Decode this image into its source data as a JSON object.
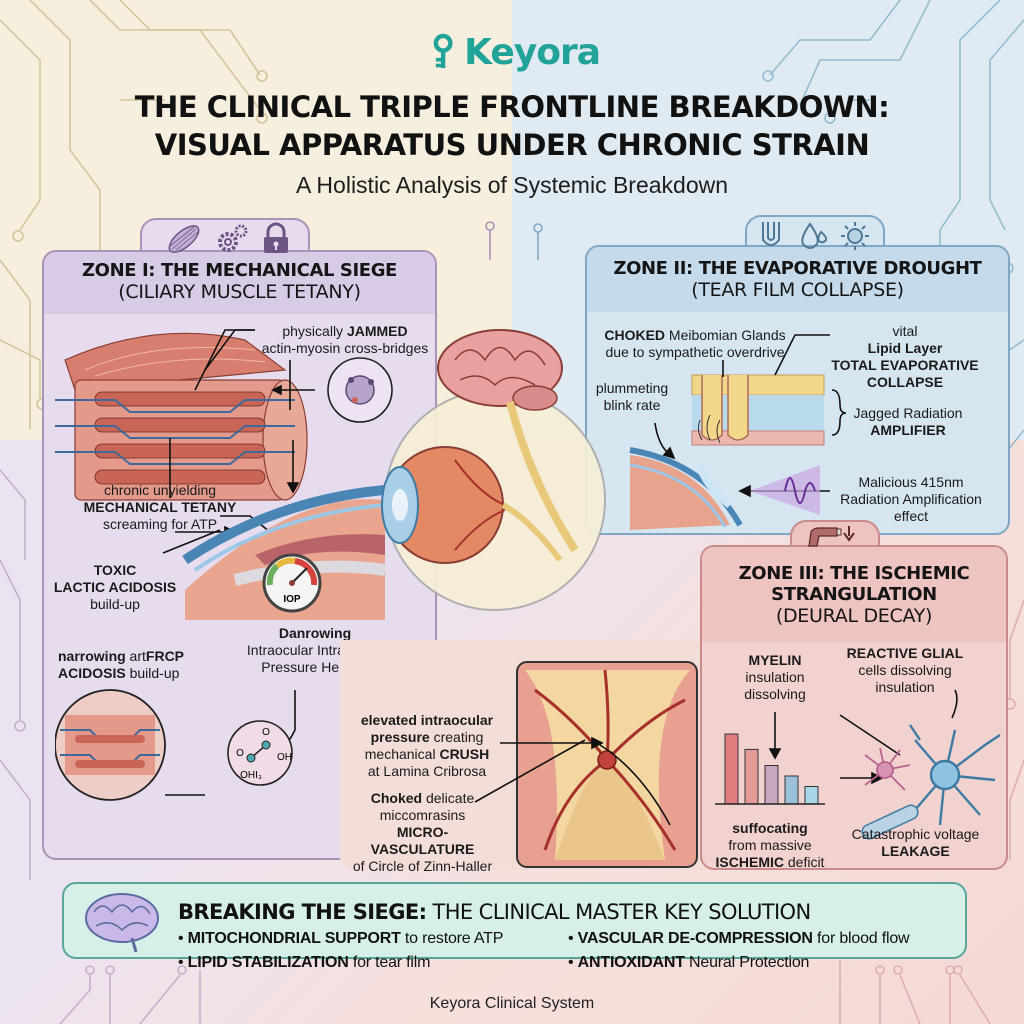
{
  "brand": {
    "name": "Keyora",
    "color": "#21a39a"
  },
  "header": {
    "title_line1": "THE CLINICAL TRIPLE FRONTLINE BREAKDOWN:",
    "title_line2": "VISUAL APPARATUS UNDER CHRONIC STRAIN",
    "subtitle": "A Holistic Analysis of Systemic Breakdown"
  },
  "zone1": {
    "icons": [
      "muscle-icon",
      "gears-icon",
      "lock-icon"
    ],
    "title": "ZONE I: THE MECHANICAL SIEGE",
    "subtitle": "(CILIARY MUSCLE TETANY)",
    "color": "#e6dcee",
    "labels": {
      "jammed_a": "physically ",
      "jammed_b": "JAMMED",
      "jammed_c": "actin-myosin cross-bridges",
      "tetany_a": "chronic unyielding",
      "tetany_b": "MECHANICAL TETANY",
      "tetany_c": "screaming for ATP",
      "toxic_a": "TOXIC",
      "toxic_b": "LACTIC ACIDOSIS",
      "toxic_c": "build-up",
      "iop": "IOP",
      "narrow_a": "narrowing",
      "narrow_b": " art",
      "narrow_c": "FRCP",
      "narrow_d": "ACIDOSIS",
      "narrow_e": " build-up",
      "danrow_a": "Danrowing",
      "danrow_b": "Intraocular Intraocular",
      "danrow_c": "Pressure Heights",
      "mol_o1": "O",
      "mol_o2": "O",
      "mol_oh": "OH",
      "mol_ohi": "OHI₃"
    },
    "iop_gauge_level": 0.75
  },
  "zone2": {
    "icons": [
      "gland-icon",
      "droplets-icon",
      "sun-icon"
    ],
    "title": "ZONE II: THE EVAPORATIVE DROUGHT",
    "subtitle": "(TEAR FILM COLLAPSE)",
    "color": "#d6e6f1",
    "labels": {
      "choked_a": "CHOKED",
      "choked_b": " Meibomian Glands",
      "choked_c": "due to sympathetic overdrive",
      "vital": "vital",
      "lipid": "Lipid Layer",
      "total": "TOTAL EVAPORATIVE",
      "collapse": "COLLAPSE",
      "blink_a": "plummeting",
      "blink_b": "blink rate",
      "jagged_a": "Jagged Radiation",
      "jagged_b": "AMPLIFIER",
      "malicious_a": "Malicious 415nm",
      "malicious_b": "Radiation Amplification",
      "malicious_c": "effect"
    }
  },
  "zone3": {
    "icons": [
      "pipe-clamp-icon"
    ],
    "title_line1": "ZONE III: THE ISCHEMIC",
    "title_line2": "STRANGULATION",
    "subtitle": "(DEURAL DECAY)",
    "color": "#f1d2cf",
    "labels": {
      "elev_a": "elevated intraocular",
      "elev_b": "pressure",
      "elev_c": " creating",
      "elev_d": "mechanical ",
      "elev_e": "CRUSH",
      "elev_f": "at Lamina Cribrosa",
      "choked_a": "Choked",
      "choked_b": " delicate",
      "choked_c": "miccomrasins",
      "choked_d": "MICRO-VASCULATURE",
      "choked_e": "of Circle of Zinn-Haller",
      "myelin_a": "MYELIN",
      "myelin_b": "insulation",
      "myelin_c": "dissolving",
      "glial_a": "REACTIVE GLIAL",
      "glial_b": "cells dissolving",
      "glial_c": "insulation",
      "suff_a": "suffocating",
      "suff_b": "from massive",
      "suff_c": "ISCHEMIC",
      "suff_d": " deficit",
      "cat_a": "Catastrophic voltage",
      "cat_b": "LEAKAGE"
    },
    "decline_bars": [
      1.0,
      0.78,
      0.55,
      0.4,
      0.25
    ],
    "decline_colors": [
      "#e07d7f",
      "#e59a96",
      "#c7a6be",
      "#9cc0da",
      "#a9d7e8"
    ]
  },
  "solution": {
    "title_bold": "BREAKING THE SIEGE:",
    "title_rest": " THE CLINICAL MASTER KEY SOLUTION",
    "items": [
      {
        "bold": "MITOCHONDRIAL SUPPORT",
        "rest": " to restore ATP"
      },
      {
        "bold": "VASCULAR DE-COMPRESSION",
        "rest": " for blood flow"
      },
      {
        "bold": "LIPID STABILIZATION",
        "rest": " for tear film"
      },
      {
        "bold": "ANTIOXIDANT",
        "rest": " Neural Protection"
      }
    ],
    "bullet": "•"
  },
  "footer": "Keyora Clinical System"
}
